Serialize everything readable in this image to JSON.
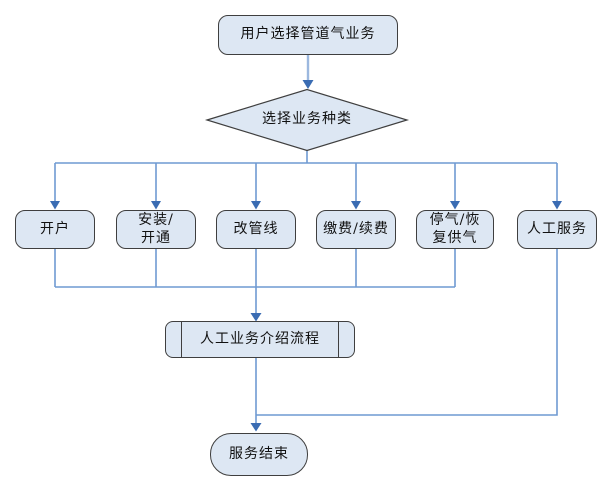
{
  "colors": {
    "background": "#ffffff",
    "node_fill": "#dde7f3",
    "node_border": "#3f3f3f",
    "line": "#6f9ad2",
    "line_light": "#9cb8df",
    "arrow": "#3a6cb3",
    "text": "#111111"
  },
  "nodes": {
    "start": {
      "label": "用户选择管道气业务",
      "shape": "terminator"
    },
    "decision": {
      "label": "选择业务种类",
      "shape": "decision-diamond"
    },
    "open_account": {
      "label": "开户",
      "shape": "rounded-rect"
    },
    "install": {
      "label": "安装/\n开通",
      "shape": "rounded-rect"
    },
    "change_pipeline": {
      "label": "改管线",
      "shape": "rounded-rect"
    },
    "payment": {
      "label": "缴费/续费",
      "shape": "rounded-rect"
    },
    "stop_resume": {
      "label": "停气/恢\n复供气",
      "shape": "rounded-rect"
    },
    "manual_service": {
      "label": "人工服务",
      "shape": "rounded-rect"
    },
    "intro_process": {
      "label": "人工业务介绍流程",
      "shape": "predefined-process"
    },
    "end": {
      "label": "服务结束",
      "shape": "terminator"
    }
  }
}
